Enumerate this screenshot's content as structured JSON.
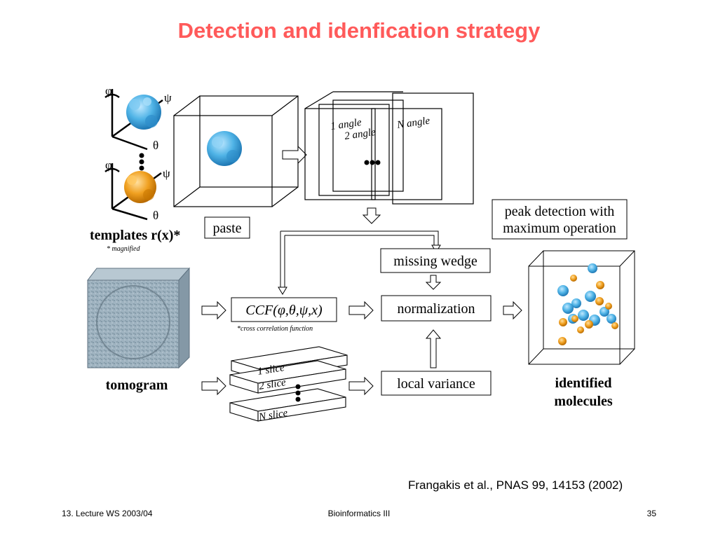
{
  "slide": {
    "title": "Detection and idenfication strategy",
    "citation": "Frangakis et al., PNAS 99, 14153 (2002)",
    "footer_left": "13. Lecture WS 2003/04",
    "footer_center": "Bioinformatics III",
    "footer_right": "35"
  },
  "diagram": {
    "templates_label": "templates r(x)*",
    "templates_note": "* magnified",
    "axis_phi": "φ",
    "axis_psi": "ψ",
    "axis_theta": "θ",
    "paste_label": "paste",
    "angle_1": "1 angle",
    "angle_2": "2 angle",
    "angle_n": "N angle",
    "peak_line1": "peak detection with",
    "peak_line2": "maximum operation",
    "missing_wedge": "missing wedge",
    "ccf_label": "CCF(φ,θ,ψ,x)",
    "ccf_note": "*cross correlation function",
    "normalization": "normalization",
    "tomogram_label": "tomogram",
    "slice_1": "1 slice",
    "slice_2": "2 slice",
    "slice_n": "N slice",
    "local_variance": "local variance",
    "identified_line1": "identified",
    "identified_line2": "molecules",
    "colors": {
      "template_blue": "#4fb3e6",
      "template_orange": "#f0a020",
      "tomogram": "#8fa6b4"
    }
  }
}
